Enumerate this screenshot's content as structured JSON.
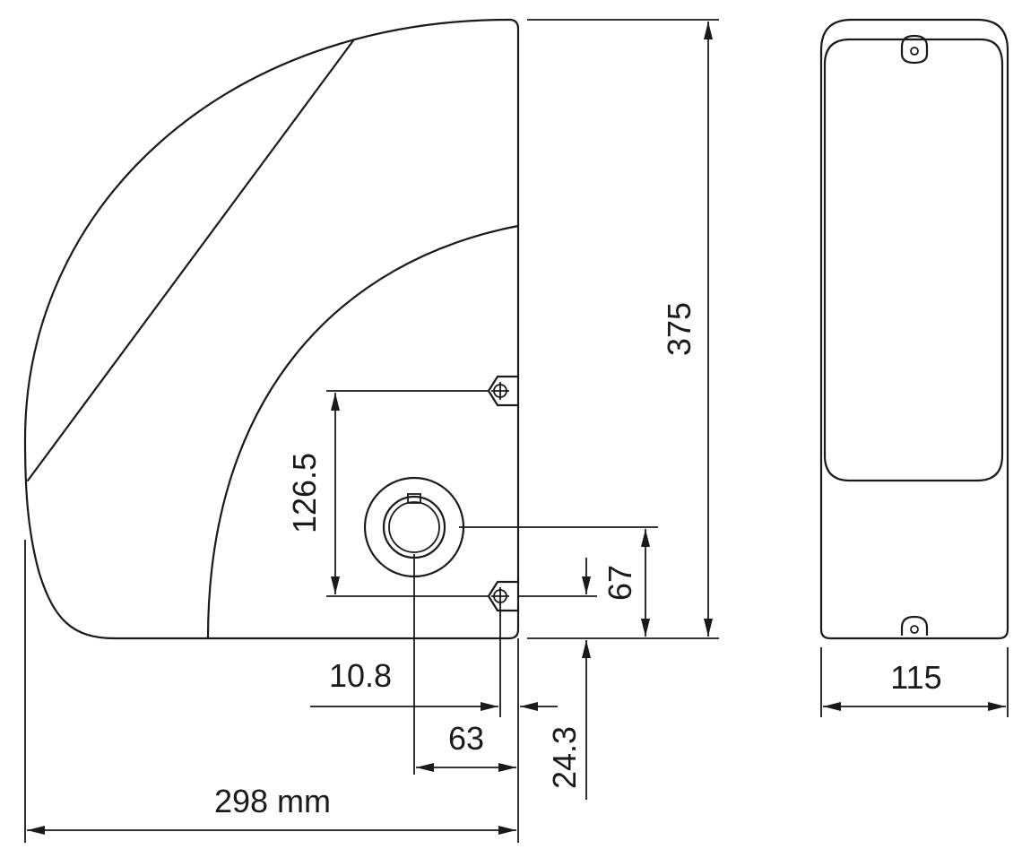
{
  "dimensions": {
    "height": "375",
    "mounting_spacing": "126.5",
    "shaft_height": "67",
    "bracket_offset": "10.8",
    "shaft_offset": "63",
    "bottom_offset": "24.3",
    "total_width": "298 mm",
    "depth": "115"
  },
  "colors": {
    "line": "#1a1a1a",
    "background": "#ffffff"
  }
}
